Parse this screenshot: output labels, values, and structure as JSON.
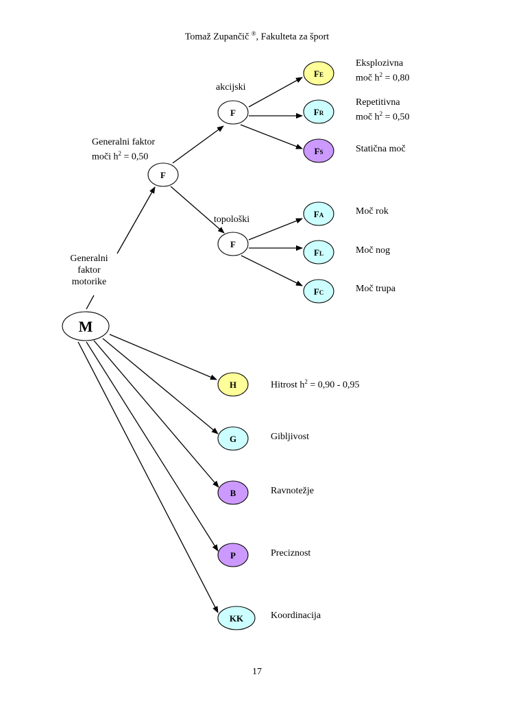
{
  "header": {
    "text": "Tomaž Zupančič",
    "reg": "®",
    "rest": ", Fakulteta za šport"
  },
  "page_number": "17",
  "colors": {
    "yellow": "#ffff99",
    "cyan": "#ccffff",
    "purple": "#cc99ff",
    "white": "#ffffff",
    "stroke": "#000000"
  },
  "nodes": {
    "m": "M",
    "f_general": "F",
    "f_akcijski": "F",
    "f_topoloski": "F",
    "fe": {
      "main": "F",
      "sub": "E"
    },
    "fr": {
      "main": "F",
      "sub": "R"
    },
    "fs": {
      "main": "F",
      "sub": "S"
    },
    "fa": {
      "main": "F",
      "sub": "A"
    },
    "fl": {
      "main": "F",
      "sub": "L"
    },
    "fc": {
      "main": "F",
      "sub": "C"
    },
    "h": "H",
    "g": "G",
    "b": "B",
    "p": "P",
    "kk": "KK"
  },
  "labels": {
    "generalni_motorike": [
      "Generalni",
      "faktor",
      "motorike"
    ],
    "generalni_moci_1": "Generalni faktor",
    "generalni_moci_2": "moči h",
    "generalni_moci_3": " = 0,50",
    "akcijski": "akcijski",
    "topoloski": "topološki",
    "eksplozivna_1": "Eksplozivna",
    "eksplozivna_2": "moč h",
    "eksplozivna_3": " = 0,80",
    "repetitivna_1": "Repetitivna",
    "repetitivna_2": "moč h",
    "repetitivna_3": " = 0,50",
    "staticna": "Statična moč",
    "moc_rok": "Moč rok",
    "moc_nog": "Moč nog",
    "moc_trupa": "Moč trupa",
    "hitrost_1": "Hitrost h",
    "hitrost_2": " = 0,90 - 0,95",
    "gibljivost": "Gibljivost",
    "ravnotezje": "Ravnotežje",
    "preciznost": "Preciznost",
    "koordinacija": "Koordinacija",
    "sup2": "2"
  }
}
